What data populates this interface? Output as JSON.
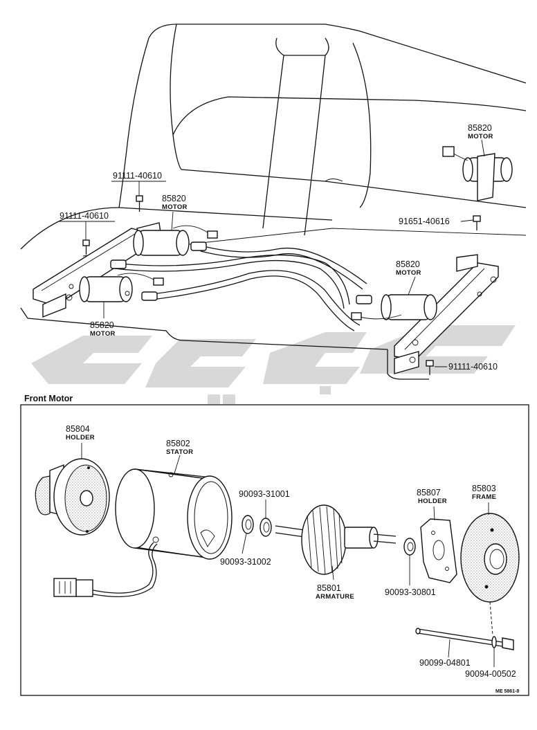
{
  "upper_view": {
    "callouts": [
      {
        "id": "motor-rear-right",
        "part_number": "85820",
        "name": "MOTOR"
      },
      {
        "id": "screw-top",
        "part_number": "91111-40610"
      },
      {
        "id": "screw-left",
        "part_number": "91111-40610"
      },
      {
        "id": "motor-front-left",
        "part_number": "85820",
        "name": "MOTOR"
      },
      {
        "id": "screw-91651",
        "part_number": "91651-40616"
      },
      {
        "id": "motor-center-right",
        "part_number": "85820",
        "name": "MOTOR"
      },
      {
        "id": "motor-bottom-left",
        "part_number": "85820",
        "name": "MOTOR"
      },
      {
        "id": "screw-bottom-right",
        "part_number": "91111-40610"
      }
    ]
  },
  "front_motor": {
    "section_title": "Front Motor",
    "callouts": [
      {
        "id": "holder-85804",
        "part_number": "85804",
        "name": "HOLDER"
      },
      {
        "id": "stator-85802",
        "part_number": "85802",
        "name": "STATOR"
      },
      {
        "id": "washer-31001",
        "part_number": "90093-31001"
      },
      {
        "id": "washer-31002",
        "part_number": "90093-31002"
      },
      {
        "id": "armature-85801",
        "part_number": "85801",
        "name": "ARMATURE"
      },
      {
        "id": "holder-85807",
        "part_number": "85807",
        "name": "HOLDER"
      },
      {
        "id": "frame-85803",
        "part_number": "85803",
        "name": "FRAME"
      },
      {
        "id": "washer-30801",
        "part_number": "90093-30801"
      },
      {
        "id": "bolt-04801",
        "part_number": "90099-04801"
      },
      {
        "id": "washer-00502",
        "part_number": "90094-00502"
      }
    ]
  },
  "diagram_code": "ME 5861-8",
  "colors": {
    "line": "#111111",
    "watermark": "#d4d4d4",
    "background": "#ffffff"
  }
}
